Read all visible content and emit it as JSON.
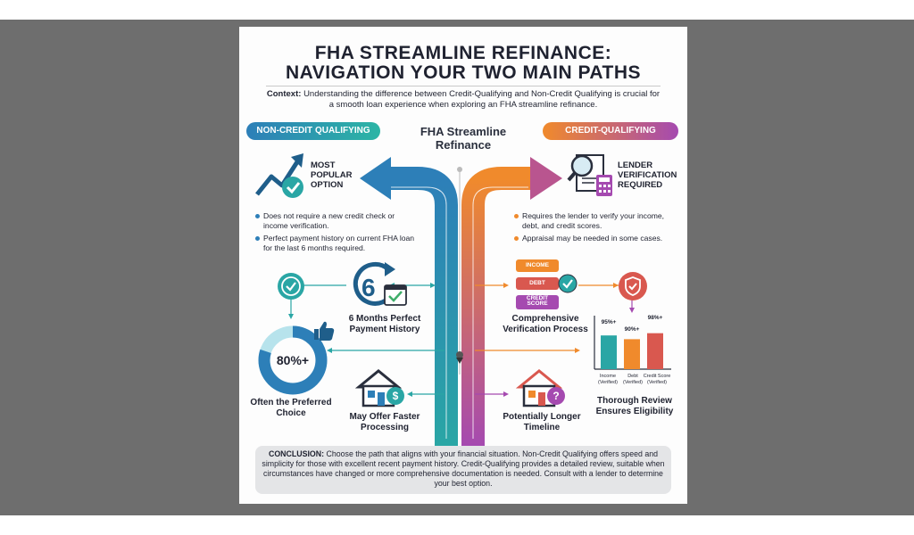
{
  "title_line1": "FHA STREAMLINE REFINANCE:",
  "title_line2": "NAVIGATION YOUR TWO MAIN PATHS",
  "context_label": "Context:",
  "context_text": "Understanding the difference between Credit-Qualifying and Non-Credit Qualifying is crucial for a smooth loan experience when exploring an FHA streamline refinance.",
  "center_title": "FHA Streamline Refinance",
  "left": {
    "pill": "NON-CREDIT QUALIFYING",
    "feature": "MOST POPULAR OPTION",
    "bullets": [
      "Does not require a new credit check or income verification.",
      "Perfect payment history on current FHA loan for the last 6 months required."
    ],
    "months_label": "6 Months Perfect Payment History",
    "months_digit": "6",
    "donut_value": "80%+",
    "donut_fraction": 0.8,
    "preferred_label": "Often the Preferred Choice",
    "faster_label": "May Offer Faster Processing"
  },
  "right": {
    "pill": "CREDIT-QUALIFYING",
    "feature": "LENDER VERIFICATION REQUIRED",
    "bullets": [
      "Requires the lender to verify your income, debt, and credit scores.",
      "Appraisal may be needed in some cases."
    ],
    "tags": [
      "INCOME",
      "DEBT",
      "CREDIT SCORE"
    ],
    "process_label": "Comprehensive Verification Process",
    "bars": [
      {
        "value_label": "95%+",
        "caption": "Income (Verified)",
        "value": 95,
        "color": "#2aa6a5"
      },
      {
        "value_label": "90%+",
        "caption": "Debt (Verified)",
        "value": 90,
        "color": "#f08a2c"
      },
      {
        "value_label": "98%+",
        "caption": "Credit Score (Verified)",
        "value": 98,
        "color": "#d9584f"
      }
    ],
    "review_label": "Thorough Review Ensures Eligibility",
    "timeline_label": "Potentially Longer Timeline"
  },
  "conclusion_label": "CONCLUSION:",
  "conclusion_text": "Choose the path that aligns with your financial situation. Non-Credit Qualifying offers speed and simplicity for those with excellent recent payment history. Credit-Qualifying provides a detailed review, suitable when circumstances have changed or more comprehensive documentation is needed. Consult with a lender to determine your best option.",
  "colors": {
    "teal": "#2aa6a5",
    "blue": "#2d7fb8",
    "orange": "#f08a2c",
    "purple": "#a54ab0",
    "green": "#3fae6a"
  }
}
